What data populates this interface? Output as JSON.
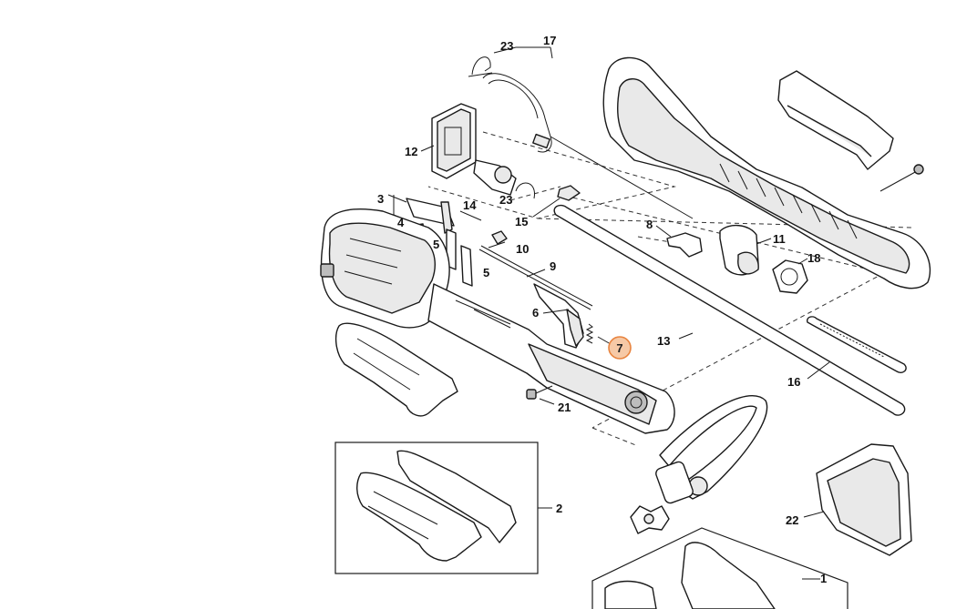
{
  "diagram": {
    "highlight_color": "#e8843f",
    "callouts": {
      "c1": "1",
      "c2": "2",
      "c3": "3",
      "c4": "4",
      "c5a": "5",
      "c5b": "5",
      "c6": "6",
      "c7": "7",
      "c8": "8",
      "c9": "9",
      "c10": "10",
      "c11": "11",
      "c12": "12",
      "c13": "13",
      "c14": "14",
      "c15": "15",
      "c16": "16",
      "c17": "17",
      "c18": "18",
      "c21": "21",
      "c22": "22",
      "c23a": "23",
      "c23b": "23"
    },
    "highlighted_callout": "7"
  }
}
